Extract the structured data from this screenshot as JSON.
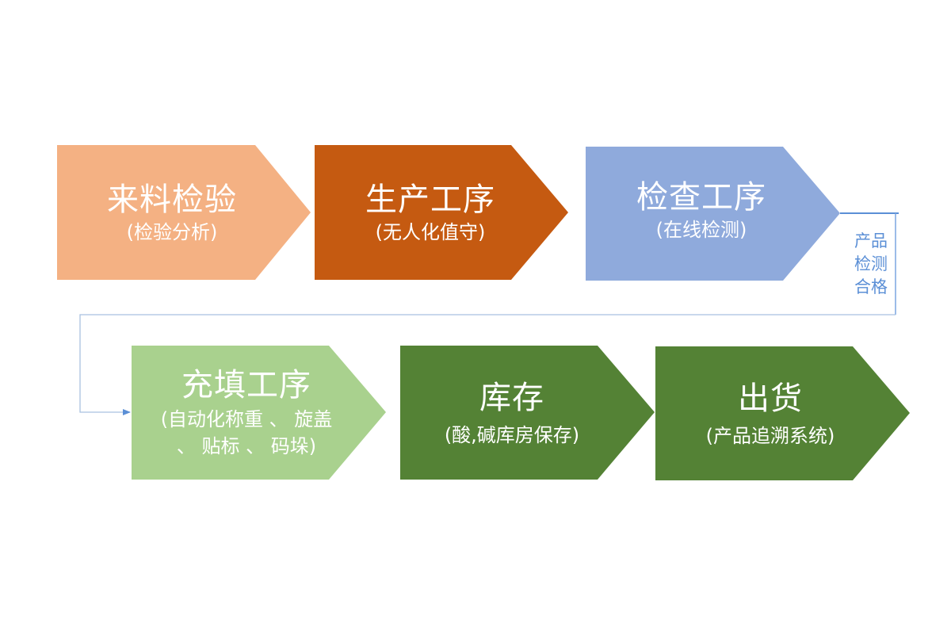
{
  "diagram": {
    "type": "process-flow",
    "rows": [
      {
        "steps": [
          {
            "id": "step-1",
            "title": "来料检验",
            "subtitle": "(检验分析)",
            "color": "#f4b183"
          },
          {
            "id": "step-2",
            "title": "生产工序",
            "subtitle": "(无人化值守)",
            "color": "#c55a11"
          },
          {
            "id": "step-3",
            "title": "检查工序",
            "subtitle": "(在线检测)",
            "color": "#8faadc"
          }
        ]
      },
      {
        "steps": [
          {
            "id": "step-4",
            "title": "充填工序",
            "subtitle_lines": [
              "(自动化称重 、 旋盖",
              "、 贴标 、 码垛)"
            ],
            "color": "#a9d18e"
          },
          {
            "id": "step-5",
            "title": "库存",
            "subtitle": "(酸,碱库房保存)",
            "color": "#548235"
          },
          {
            "id": "step-6",
            "title": "出货",
            "subtitle": "(产品追溯系统)",
            "color": "#548235"
          }
        ]
      }
    ],
    "connector": {
      "from": "step-3",
      "to": "step-4",
      "label_lines": [
        "产品",
        "检测",
        "合格"
      ],
      "color": "#5b8fd6"
    }
  }
}
